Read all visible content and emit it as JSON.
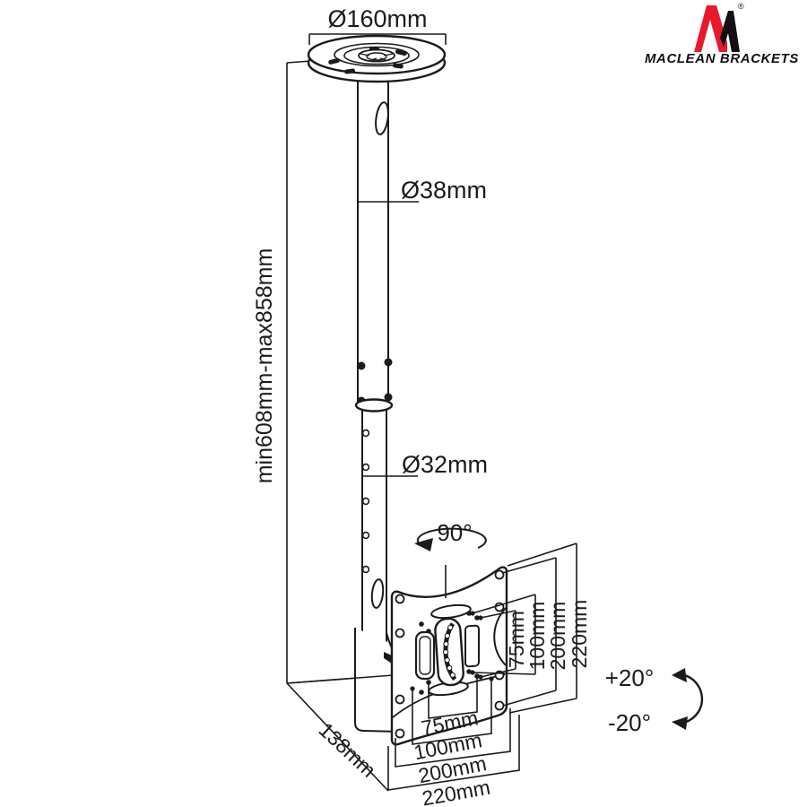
{
  "title": "Maclean Brackets ceiling TV mount - technical dimension drawing",
  "logo": {
    "brand": "MACLEAN BRACKETS",
    "registered": "®",
    "brand_red": "#e8192c",
    "brand_black": "#111111"
  },
  "dimensions": {
    "plate_diameter": "Ø160mm",
    "upper_tube_diameter": "Ø38mm",
    "lower_tube_diameter": "Ø32mm",
    "height_range": "min608mm-max858mm",
    "swivel": "90°",
    "tilt_up": "+20°",
    "tilt_down": "-20°",
    "depth": "138mm",
    "vesa_vertical": [
      "75mm",
      "100mm",
      "200mm",
      "220mm"
    ],
    "vesa_horizontal": [
      "75mm",
      "100mm",
      "200mm",
      "220mm"
    ]
  },
  "icons": {
    "rotation_arrow": "elliptical swivel arrow",
    "tilt_arrow": "curved double-headed tilt arrow"
  },
  "colors": {
    "line": "#1b1b1b",
    "background": "#ffffff"
  }
}
